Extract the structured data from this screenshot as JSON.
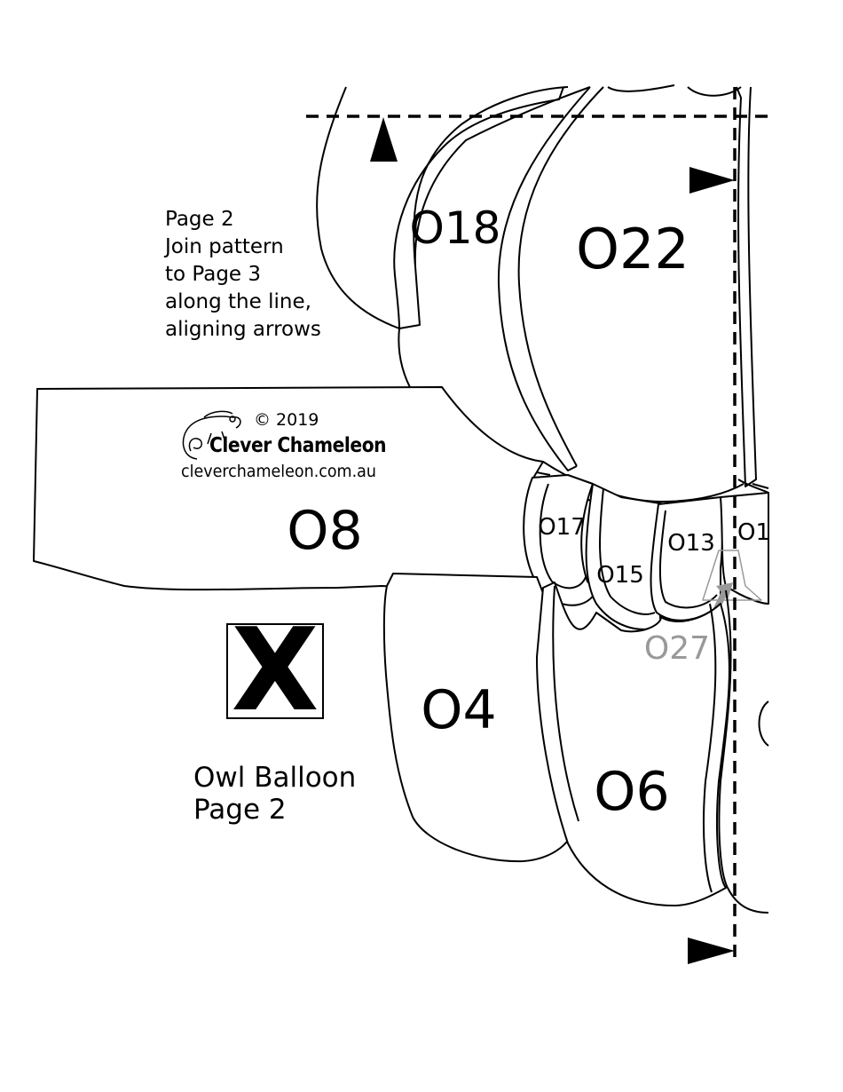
{
  "instructions": {
    "line1": "Page 2",
    "line2": "Join pattern",
    "line3": "to Page 3",
    "line4": "along the line,",
    "line5": "aligning arrows"
  },
  "branding": {
    "copyright": "© 2019",
    "name": "Clever Chameleon",
    "website": "cleverchameleon.com.au",
    "logo_icon": "chameleon-icon"
  },
  "test_square": {
    "mark": "X"
  },
  "footer": {
    "title": "Owl Balloon",
    "page": "Page 2"
  },
  "pieces": {
    "o18": "O18",
    "o22": "O22",
    "o8": "O8",
    "o17": "O17",
    "o15": "O15",
    "o13": "O13",
    "o1x": "O1",
    "o27": "O27",
    "o4": "O4",
    "o6": "O6"
  },
  "colors": {
    "ink": "#000000",
    "ghost_label": "#999999"
  }
}
